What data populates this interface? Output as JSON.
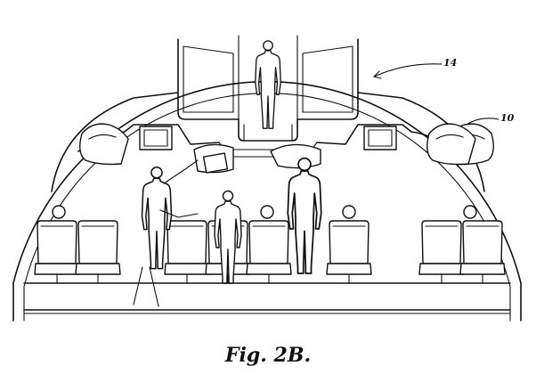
{
  "figure": {
    "caption": "Fig. 2B.",
    "ref_fuselage": "10",
    "ref_overhead_compartment": "14"
  }
}
